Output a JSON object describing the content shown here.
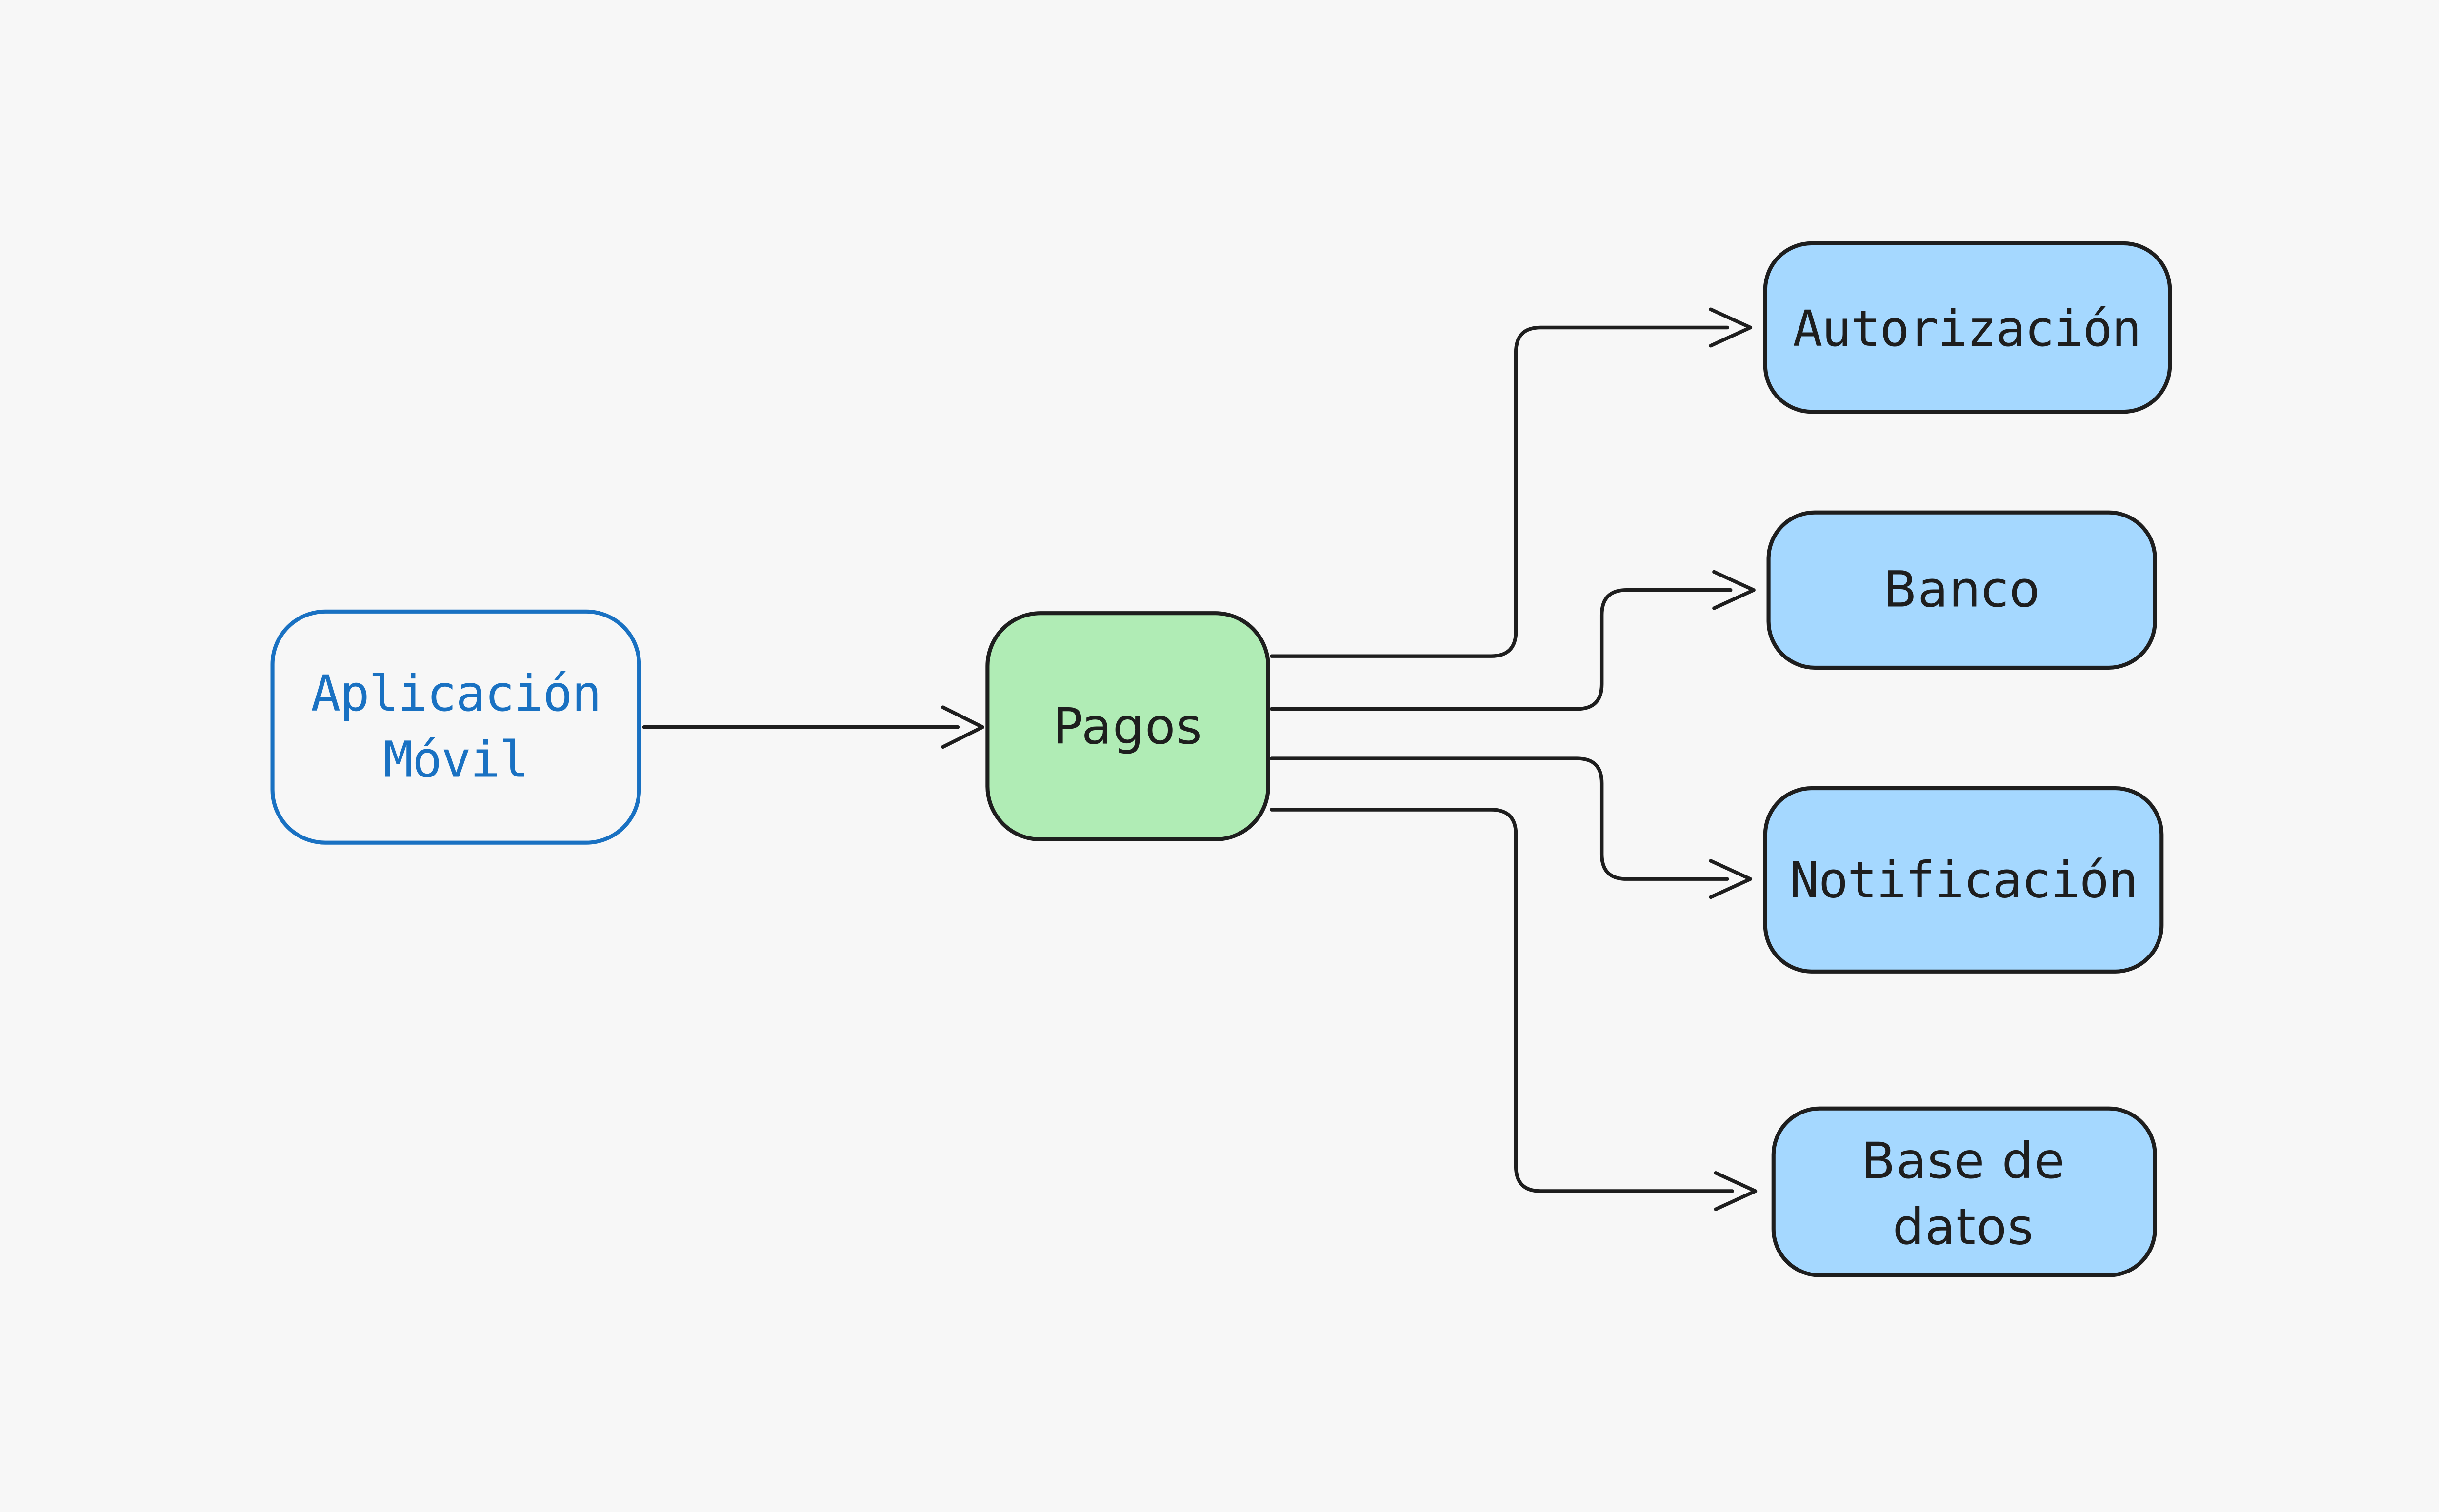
{
  "diagram": {
    "colors": {
      "background": "#f7f7f7",
      "stroke": "#1e1e1e",
      "blue_accent": "#1971c2",
      "green_fill": "#b0ecb5",
      "blue_fill": "#a5d8ff",
      "transparent_fill": "transparent"
    },
    "nodes": {
      "app": {
        "line1": "Aplicación",
        "line2": "Móvil"
      },
      "pagos": {
        "label": "Pagos"
      },
      "autorizacion": {
        "label": "Autorización"
      },
      "banco": {
        "label": "Banco"
      },
      "notificacion": {
        "label": "Notificación"
      },
      "base_datos": {
        "line1": "Base de",
        "line2": "datos"
      }
    },
    "edges": [
      {
        "from": "Aplicación Móvil",
        "to": "Pagos"
      },
      {
        "from": "Pagos",
        "to": "Autorización"
      },
      {
        "from": "Pagos",
        "to": "Banco"
      },
      {
        "from": "Pagos",
        "to": "Notificación"
      },
      {
        "from": "Pagos",
        "to": "Base de datos"
      }
    ]
  }
}
